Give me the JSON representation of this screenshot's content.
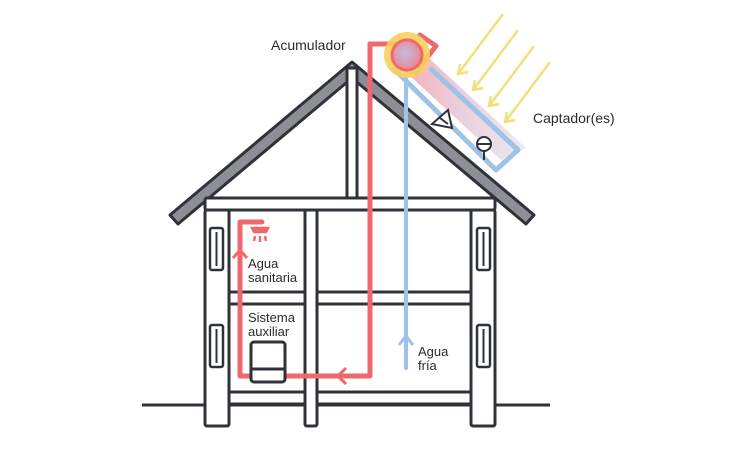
{
  "labels": {
    "acumulador": "Acumulador",
    "captadores": "Captador(es)",
    "agua_sanitaria_1": "Agua",
    "agua_sanitaria_2": "sanitaria",
    "sistema_auxiliar_1": "Sistema",
    "sistema_auxiliar_2": "auxiliar",
    "agua_fria_1": "Agua",
    "agua_fria_2": "fría"
  },
  "colors": {
    "structure": "#2f3338",
    "roof_fill": "#8c9096",
    "hot_water": "#f0686c",
    "cold_water": "#9ec2e8",
    "sun": "#f6d25c",
    "sun_rays": "#f3e07a",
    "tank": "#e8868a"
  },
  "icons": [
    "shower-icon",
    "pump-icon",
    "valve-icon",
    "sun-icon",
    "tank-icon"
  ]
}
